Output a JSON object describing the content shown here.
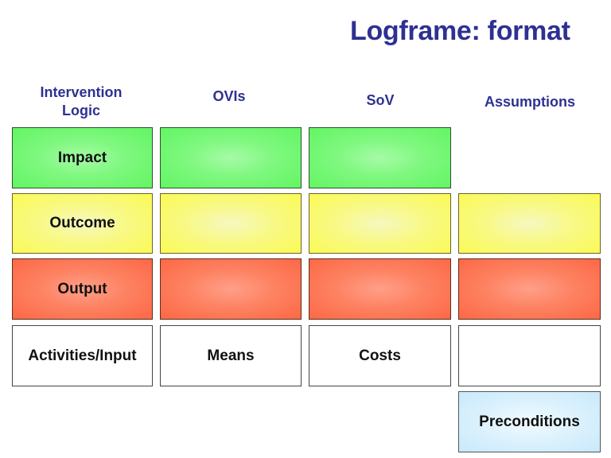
{
  "title": "Logframe: format",
  "columns": [
    {
      "label": "Intervention\nLogic",
      "line1": "Intervention",
      "line2": "Logic"
    },
    {
      "label": "OVIs"
    },
    {
      "label": "SoV"
    },
    {
      "label": "Assumptions"
    }
  ],
  "rows": [
    {
      "name": "impact",
      "color": "green",
      "cells": [
        "Impact",
        "",
        "",
        null
      ]
    },
    {
      "name": "outcome",
      "color": "yellow",
      "cells": [
        "Outcome",
        "",
        "",
        ""
      ]
    },
    {
      "name": "output",
      "color": "red",
      "cells": [
        "Output",
        "",
        "",
        ""
      ]
    },
    {
      "name": "activities",
      "color": "white",
      "cells": [
        "Activities/Input",
        "Means",
        "Costs",
        ""
      ]
    }
  ],
  "preconditions": {
    "label": "Preconditions",
    "color": "light-blue"
  },
  "colors": {
    "title": "#2e3192",
    "green": "#63f563",
    "yellow": "#fafa55",
    "red": "#fd6845",
    "light_blue": "#c8e9fb"
  }
}
